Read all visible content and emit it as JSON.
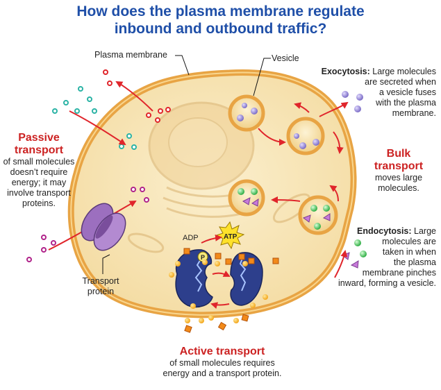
{
  "title": {
    "line1": "How does the plasma membrane regulate",
    "line2": "inbound and outbound traffic?"
  },
  "labels": {
    "plasma_membrane": "Plasma membrane",
    "vesicle": "Vesicle",
    "adp": "ADP",
    "atp": "ATP",
    "phosphate": "P",
    "transport_protein_line1": "Transport",
    "transport_protein_line2": "protein"
  },
  "passive": {
    "heading_line1": "Passive",
    "heading_line2": "transport",
    "desc_lines": [
      "of small molecules",
      "doesn’t require",
      "energy; it may",
      "involve transport",
      "proteins."
    ]
  },
  "exocytosis": {
    "term": "Exocytosis:",
    "desc_first": " Large molecules",
    "desc_lines": [
      "are secreted when",
      "a vesicle fuses",
      "with the plasma",
      "membrane."
    ]
  },
  "bulk": {
    "heading_line1": "Bulk",
    "heading_line2": "transport",
    "desc_lines": [
      "moves large",
      "molecules."
    ]
  },
  "endocytosis": {
    "term": "Endocytosis:",
    "desc_first": " Large",
    "desc_lines": [
      "molecules are",
      "taken in when",
      "the plasma",
      "membrane pinches",
      "inward, forming a vesicle."
    ]
  },
  "active": {
    "heading": "Active transport",
    "desc_lines": [
      "of small molecules requires",
      "energy and a transport protein."
    ]
  },
  "colors": {
    "title": "#1f4fa8",
    "heading_red": "#cc2222",
    "cytoplasm": "#f7e4b6",
    "membrane": "#e8a444",
    "arrow": "#e0252b",
    "protein_blue": "#2d3f8c",
    "protein_purple": "#8a5aa8"
  }
}
